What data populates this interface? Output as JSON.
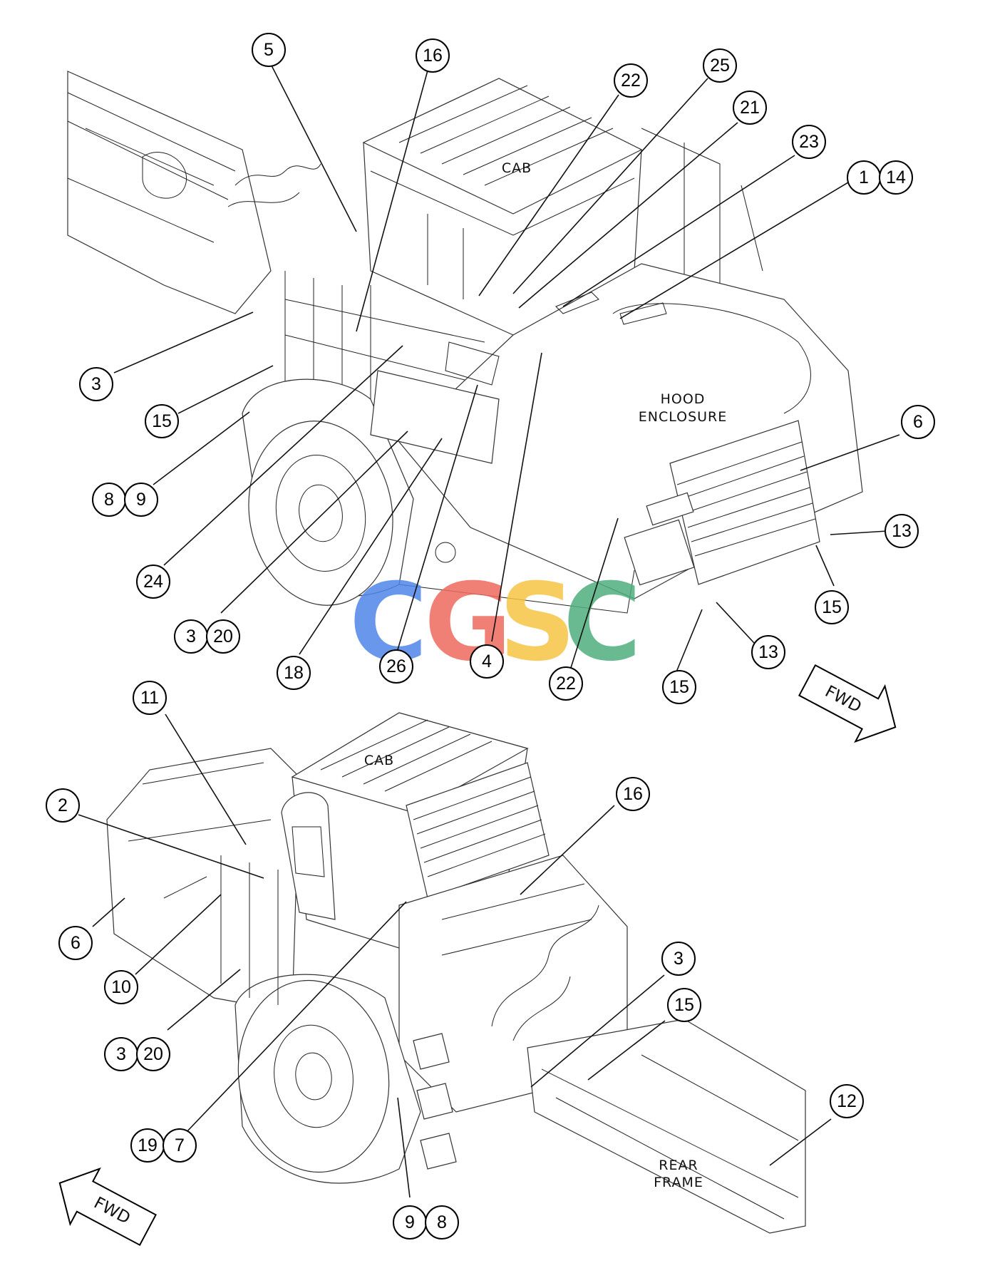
{
  "labels": {
    "cab_top": "CAB",
    "hood": [
      "HOOD",
      "ENCLOSURE"
    ],
    "cab_bottom": "CAB",
    "rear_frame": [
      "REAR",
      "FRAME"
    ],
    "fwd_top": "FWD",
    "fwd_bottom": "FWD"
  },
  "watermark": {
    "letters": [
      "C",
      "G",
      "S",
      "C"
    ],
    "colors": [
      "#4f86e8",
      "#ee6a5e",
      "#f5c542",
      "#4fae7e"
    ]
  },
  "callouts": {
    "c5": "5",
    "c16a": "16",
    "c22a": "22",
    "c25": "25",
    "c21": "21",
    "c23": "23",
    "c1": "1",
    "c14": "14",
    "c3a": "3",
    "c15a": "15",
    "c8a": "8",
    "c9a": "9",
    "c6a": "6",
    "c13a": "13",
    "c15b": "15",
    "c13b": "13",
    "c15c": "15",
    "c24": "24",
    "c3b": "3",
    "c20a": "20",
    "c18": "18",
    "c26": "26",
    "c4": "4",
    "c22b": "22",
    "c11": "11",
    "c2": "2",
    "c16b": "16",
    "c6b": "6",
    "c10": "10",
    "c3c": "3",
    "c20b": "20",
    "c3d": "3",
    "c15d": "15",
    "c12": "12",
    "c19": "19",
    "c7": "7",
    "c9b": "9",
    "c8b": "8"
  }
}
